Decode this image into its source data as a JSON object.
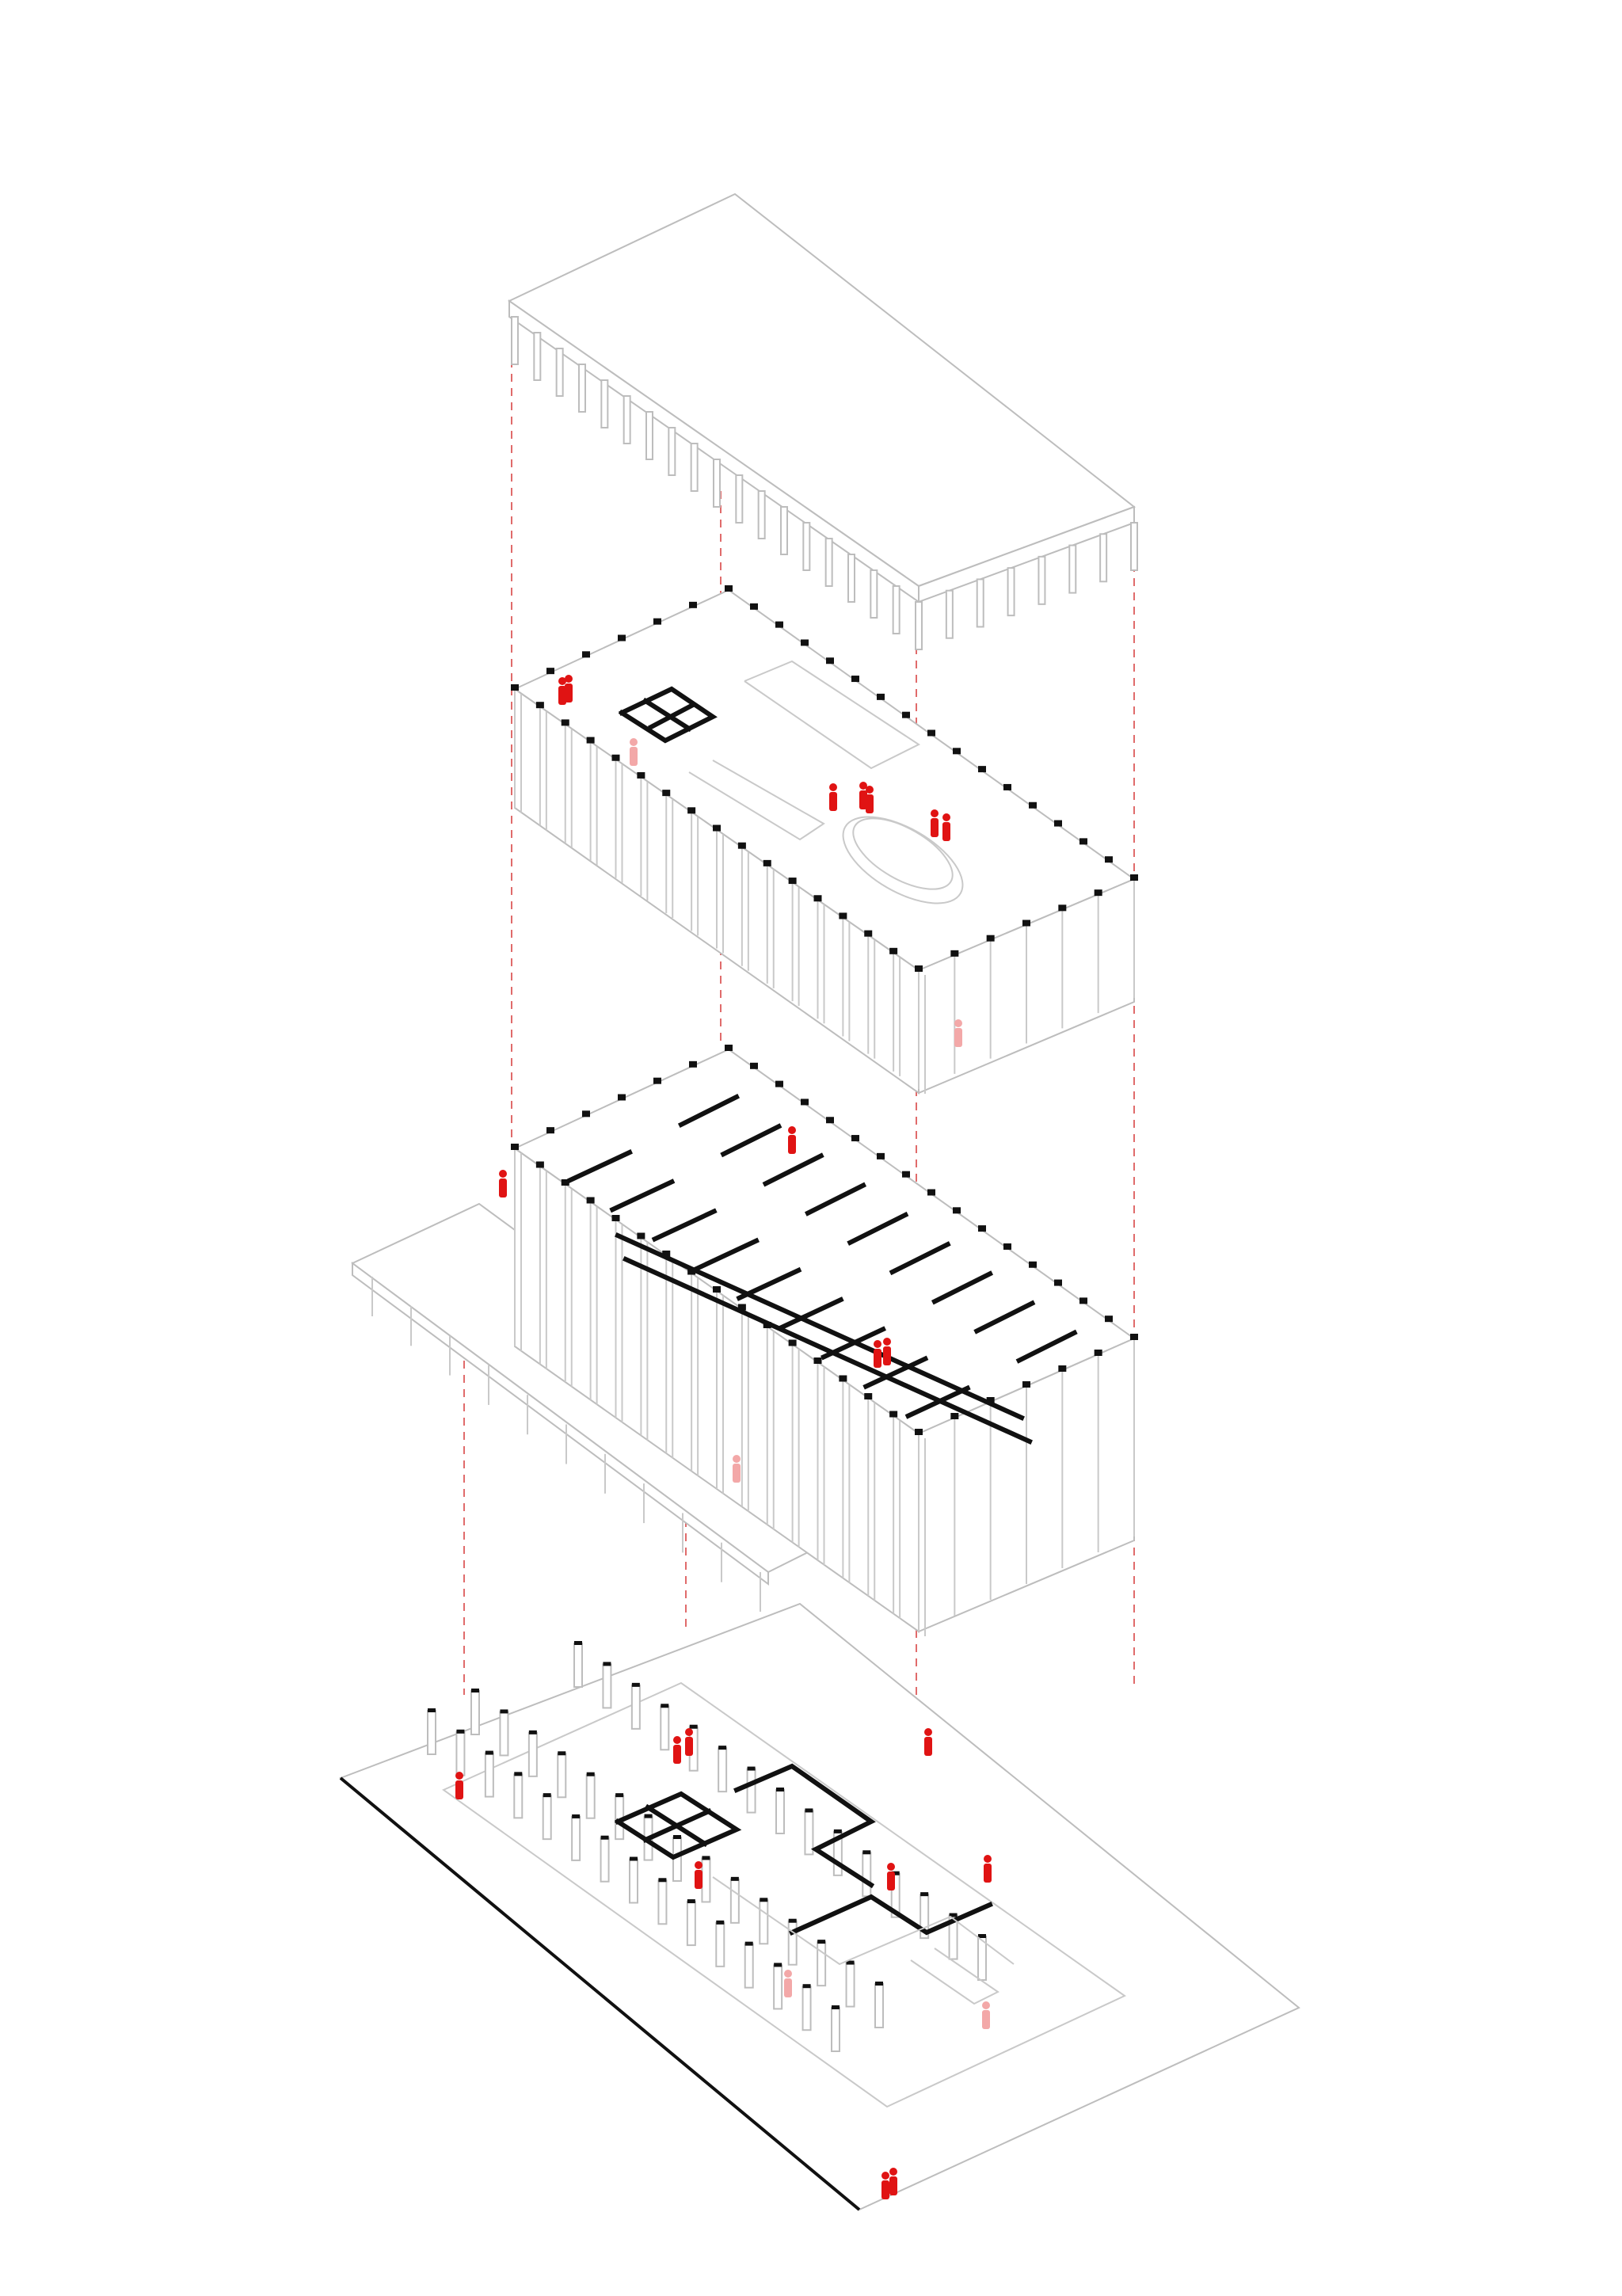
{
  "diagram": {
    "type": "exploded-axonometric",
    "layers": [
      "roof",
      "top-floor",
      "typical-floors",
      "ground-floor"
    ],
    "colors": {
      "linework": "#c9c9c9",
      "walls": "#111111",
      "people": "#e01313",
      "projection_lines": "#e06b6b"
    }
  }
}
